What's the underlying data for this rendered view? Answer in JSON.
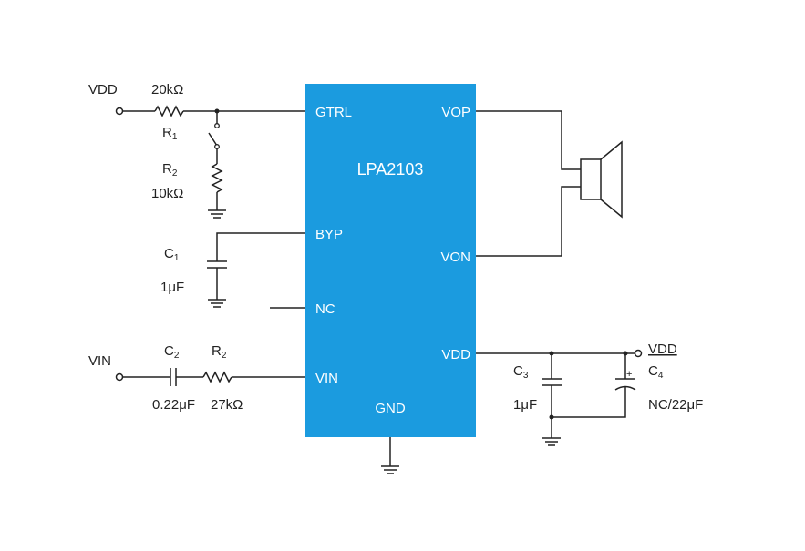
{
  "chip": {
    "title": "LPA2103",
    "color": "#1b9bdf",
    "pins_left": [
      "GTRL",
      "BYP",
      "NC",
      "VIN"
    ],
    "pins_right": [
      "VOP",
      "VON",
      "VDD"
    ],
    "pin_bottom": "GND"
  },
  "labels": {
    "vdd_top": "VDD",
    "r1_value": "20kΩ",
    "r1_name": "R",
    "r1_sub": "1",
    "r2_name": "R",
    "r2_sub": "2",
    "r2_value": "10kΩ",
    "c1_name": "C",
    "c1_sub": "1",
    "c1_value": "1μF",
    "vin": "VIN",
    "c2_name": "C",
    "c2_sub": "2",
    "c2_value": "0.22μF",
    "r3_name": "R",
    "r3_sub": "2",
    "r3_value": "27kΩ",
    "vdd_right": "VDD",
    "c3_name": "C",
    "c3_sub": "3",
    "c3_value": "1μF",
    "c4_name": "C",
    "c4_sub": "4",
    "c4_value": "NC/22μF",
    "plus": "+"
  },
  "icons": [
    "resistor-icon",
    "switch-icon",
    "capacitor-icon",
    "polarized-capacitor-icon",
    "ground-icon",
    "speaker-icon",
    "terminal-icon"
  ]
}
